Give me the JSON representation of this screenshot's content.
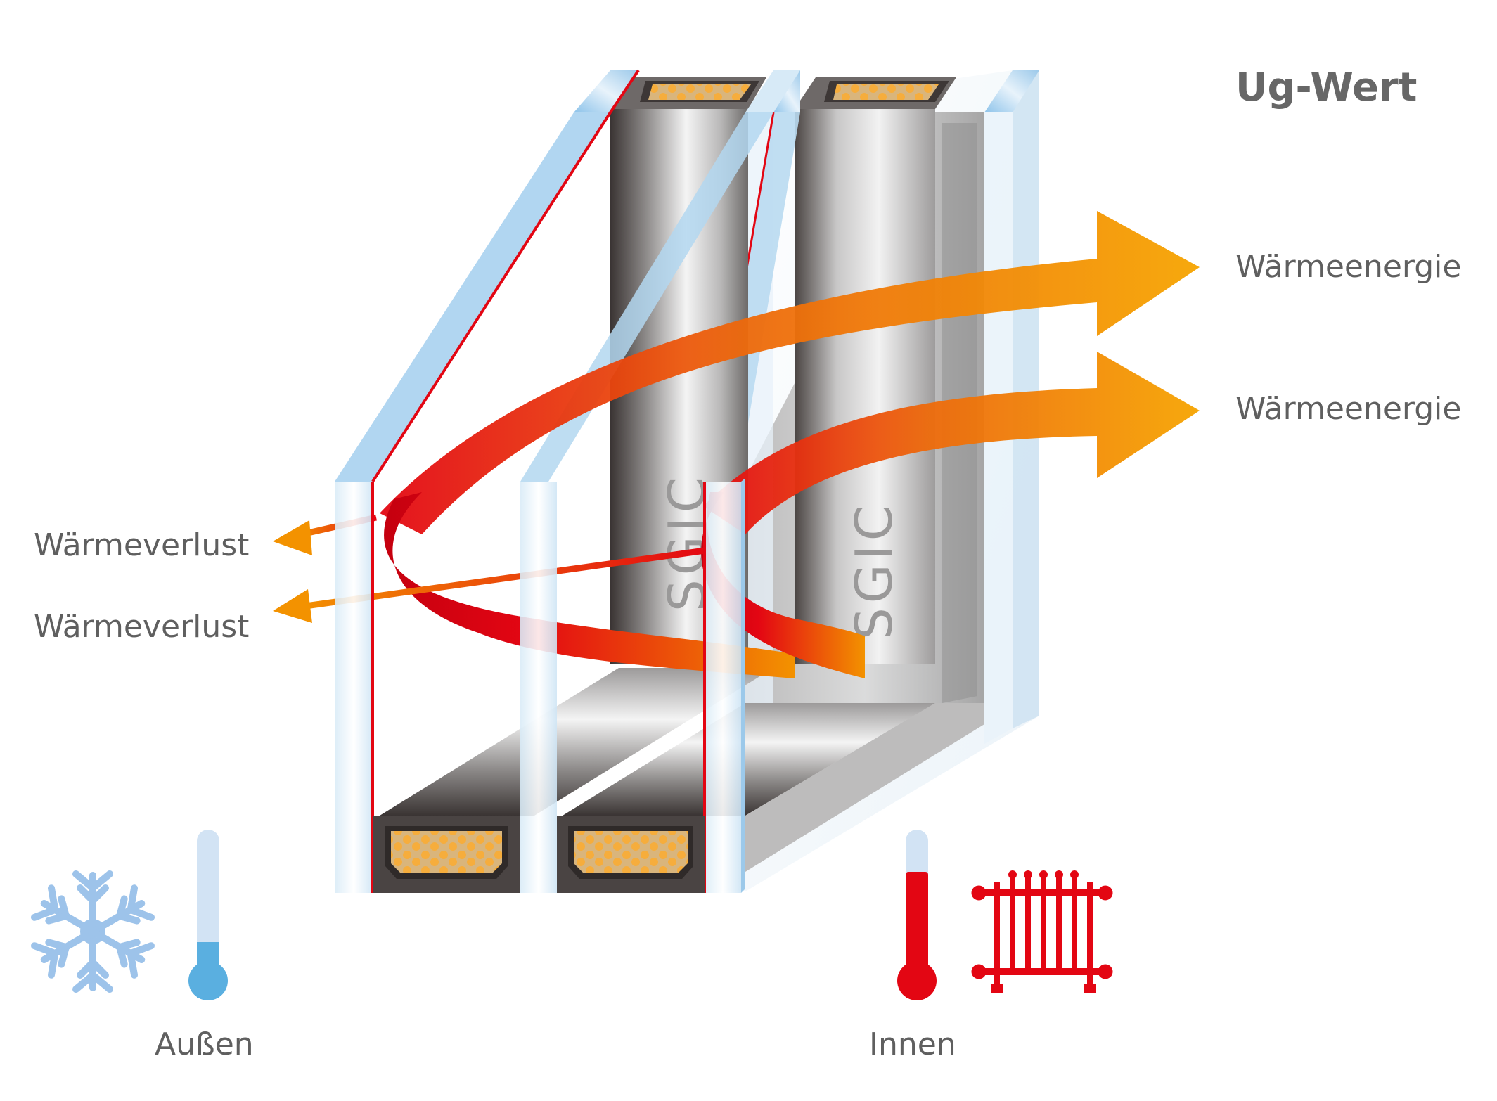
{
  "title": "Ug-Wert",
  "labels": {
    "energy_top": "Wärmeenergie",
    "energy_bottom": "Wärmeenergie",
    "loss_top": "Wärmeverlust",
    "loss_bottom": "Wärmeverlust",
    "outside": "Außen",
    "inside": "Innen"
  },
  "spacer_brand": "SGIC",
  "icons": {
    "outside_icons": [
      "snowflake-icon",
      "cold-thermometer-icon"
    ],
    "inside_icons": [
      "warm-thermometer-icon",
      "radiator-icon"
    ]
  },
  "colors": {
    "heat_red": "#e30613",
    "heat_orange": "#f39200",
    "glass_blue": "#9cc9ea",
    "cold_blue": "#5aafe0",
    "cold_light": "#d2e3f4",
    "desiccant": "#f4b04a",
    "text_grey": "#5f5f5f"
  }
}
